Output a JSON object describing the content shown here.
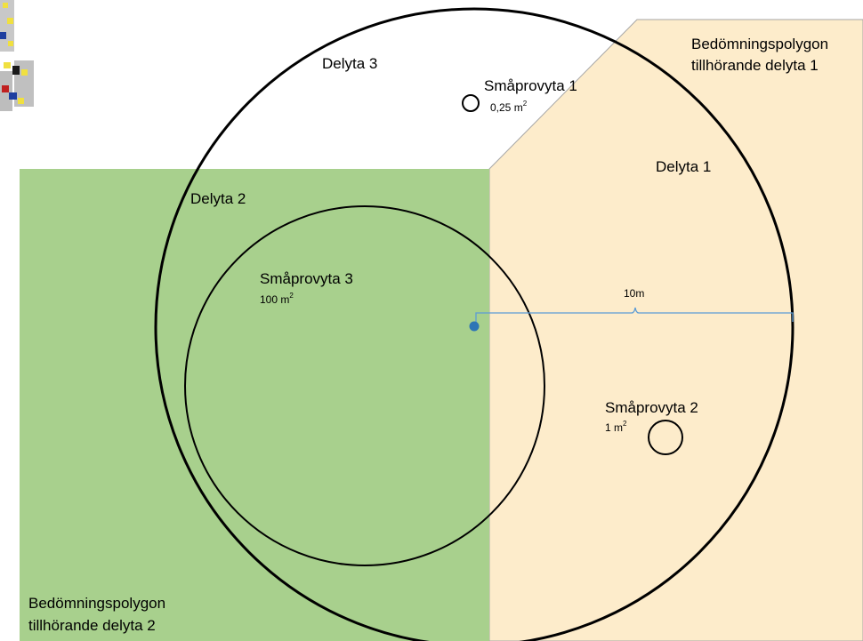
{
  "colors": {
    "polygon_delyta_1_fill": "#fdeccb",
    "polygon_delyta_2_fill": "#a8d08d",
    "circle_stroke": "#000000",
    "radius_bracket": "#5b9bd5",
    "center_point": "#2e75b6",
    "polygon_edge": "#a6a6a6"
  },
  "labels": {
    "polygon_1_line1": "Bedömningspolygon",
    "polygon_1_line2": "tillhörande delyta 1",
    "polygon_2_line1": "Bedömningspolygon",
    "polygon_2_line2": "tillhörande delyta 2",
    "delyta_1": "Delyta 1",
    "delyta_2": "Delyta 2",
    "delyta_3": "Delyta 3",
    "smaprovyta_1": "Småprovyta 1",
    "smaprovyta_1_area": "0,25 m",
    "smaprovyta_2": "Småprovyta 2",
    "smaprovyta_2_area": "1 m",
    "smaprovyta_3": "Småprovyta 3",
    "smaprovyta_3_area": "100 m",
    "area_exponent": "2",
    "radius": "10m"
  },
  "icons": {
    "corner": "icon-tile-fragment"
  }
}
